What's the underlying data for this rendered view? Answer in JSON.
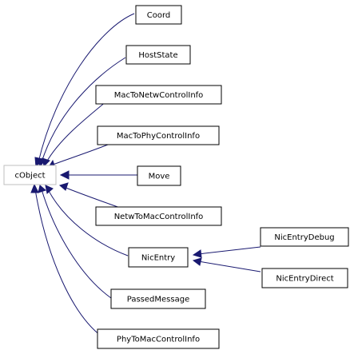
{
  "diagram": {
    "colors": {
      "edge": "#191970",
      "node_border": "#000000",
      "root_border": "#bfbfbf",
      "background": "#ffffff"
    },
    "root": {
      "label": "cObject"
    },
    "classes": [
      {
        "label": "Coord"
      },
      {
        "label": "HostState"
      },
      {
        "label": "MacToNetwControlInfo"
      },
      {
        "label": "MacToPhyControlInfo"
      },
      {
        "label": "Move"
      },
      {
        "label": "NetwToMacControlInfo"
      },
      {
        "label": "NicEntry"
      },
      {
        "label": "PassedMessage"
      },
      {
        "label": "PhyToMacControlInfo"
      }
    ],
    "subclasses": [
      {
        "label": "NicEntryDebug"
      },
      {
        "label": "NicEntryDirect"
      }
    ]
  }
}
